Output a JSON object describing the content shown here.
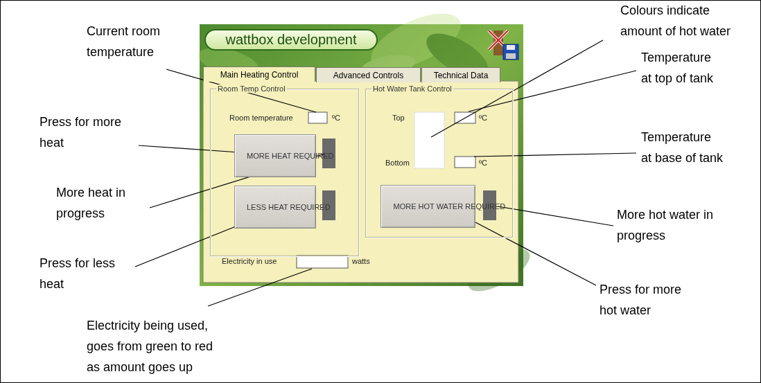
{
  "diagram": {
    "nodes": [
      {
        "text": [
          "wattbox development"
        ]
      },
      {
        "text": [
          "Main Heating Control"
        ]
      },
      {
        "text": [
          "Advanced Controls"
        ]
      },
      {
        "text": [
          "Technical Data"
        ]
      },
      {
        "text": [
          "Room Temp Control",
          "Room temperature",
          "ºC"
        ]
      },
      {
        "text": [
          "MORE HEAT REQUIRED"
        ],
        "in": 4
      },
      {
        "text": [
          "LESS HEAT REQUIRED"
        ],
        "in": 4
      },
      {
        "text": [
          "Hot Water Tank Control",
          "Top",
          "ºC",
          "Bottom",
          "ºC"
        ]
      },
      {
        "text": [
          "MORE HOT WATER REQUIRED"
        ],
        "in": 7
      }
    ],
    "labels": [
      "Colours indicate amount of hot water",
      "Current room temperature",
      "Temperature at top of tank",
      "Press for more heat",
      "Temperature at base of tank",
      "More heat in progress",
      "More hot water in progress",
      "Press for less heat",
      "Press for more hot water",
      "Electricity being used, goes from green to red as amount goes up",
      "Electricity in use",
      "watts"
    ]
  }
}
